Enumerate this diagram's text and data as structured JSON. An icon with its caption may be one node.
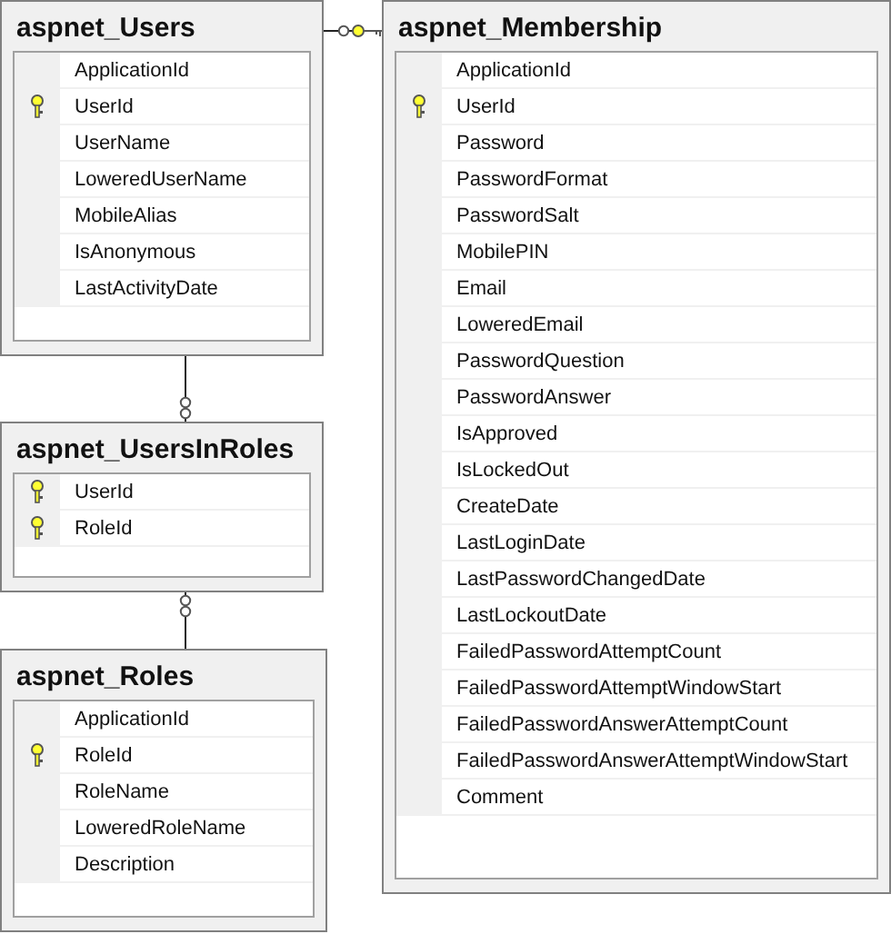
{
  "diagram": {
    "nodes": [
      {
        "text": [
          "aspnet_Users"
        ]
      },
      {
        "text": [
          "ApplicationId"
        ],
        "in": 0
      },
      {
        "text": [
          "UserId"
        ],
        "in": 0
      },
      {
        "text": [
          "UserName"
        ],
        "in": 0
      },
      {
        "text": [
          "LoweredUserName"
        ],
        "in": 0
      },
      {
        "text": [
          "MobileAlias"
        ],
        "in": 0
      },
      {
        "text": [
          "IsAnonymous"
        ],
        "in": 0
      },
      {
        "text": [
          "LastActivityDate"
        ],
        "in": 0
      },
      {
        "text": [
          "aspnet_Membership"
        ]
      },
      {
        "text": [
          "ApplicationId"
        ],
        "in": 8
      },
      {
        "text": [
          "UserId"
        ],
        "in": 8
      },
      {
        "text": [
          "Password"
        ],
        "in": 8
      },
      {
        "text": [
          "PasswordFormat"
        ],
        "in": 8
      },
      {
        "text": [
          "PasswordSalt"
        ],
        "in": 8
      },
      {
        "text": [
          "MobilePIN"
        ],
        "in": 8
      },
      {
        "text": [
          "Email"
        ],
        "in": 8
      },
      {
        "text": [
          "LoweredEmail"
        ],
        "in": 8
      },
      {
        "text": [
          "PasswordQuestion"
        ],
        "in": 8
      },
      {
        "text": [
          "PasswordAnswer"
        ],
        "in": 8
      },
      {
        "text": [
          "IsApproved"
        ],
        "in": 8
      },
      {
        "text": [
          "IsLockedOut"
        ],
        "in": 8
      },
      {
        "text": [
          "CreateDate"
        ],
        "in": 8
      },
      {
        "text": [
          "LastLoginDate"
        ],
        "in": 8
      },
      {
        "text": [
          "LastPasswordChangedDate"
        ],
        "in": 8
      },
      {
        "text": [
          "LastLockoutDate"
        ],
        "in": 8
      },
      {
        "text": [
          "FailedPasswordAttemptCount"
        ],
        "in": 8
      },
      {
        "text": [
          "FailedPasswordAttemptWindowStart"
        ],
        "in": 8
      },
      {
        "text": [
          "FailedPasswordAnswerAttemptCount"
        ],
        "in": 8
      },
      {
        "text": [
          "FailedPasswordAnswerAttemptWindowStart"
        ],
        "in": 8
      },
      {
        "text": [
          "Comment"
        ],
        "in": 8
      },
      {
        "text": [
          "aspnet_UsersInRoles"
        ]
      },
      {
        "text": [
          "UserId"
        ],
        "in": 30
      },
      {
        "text": [
          "RoleId"
        ],
        "in": 30
      },
      {
        "text": [
          "aspnet_Roles"
        ]
      },
      {
        "text": [
          "ApplicationId"
        ],
        "in": 33
      },
      {
        "text": [
          "RoleId"
        ],
        "in": 33
      },
      {
        "text": [
          "RoleName"
        ],
        "in": 33
      },
      {
        "text": [
          "LoweredRoleName"
        ],
        "in": 33
      },
      {
        "text": [
          "Description"
        ],
        "in": 33
      }
    ],
    "edges": [
      {
        "from": 0,
        "to": 8,
        "arrow": "other"
      },
      {
        "from": 0,
        "to": 30,
        "arrow": "other"
      },
      {
        "from": 33,
        "to": 30,
        "arrow": "other"
      }
    ]
  }
}
